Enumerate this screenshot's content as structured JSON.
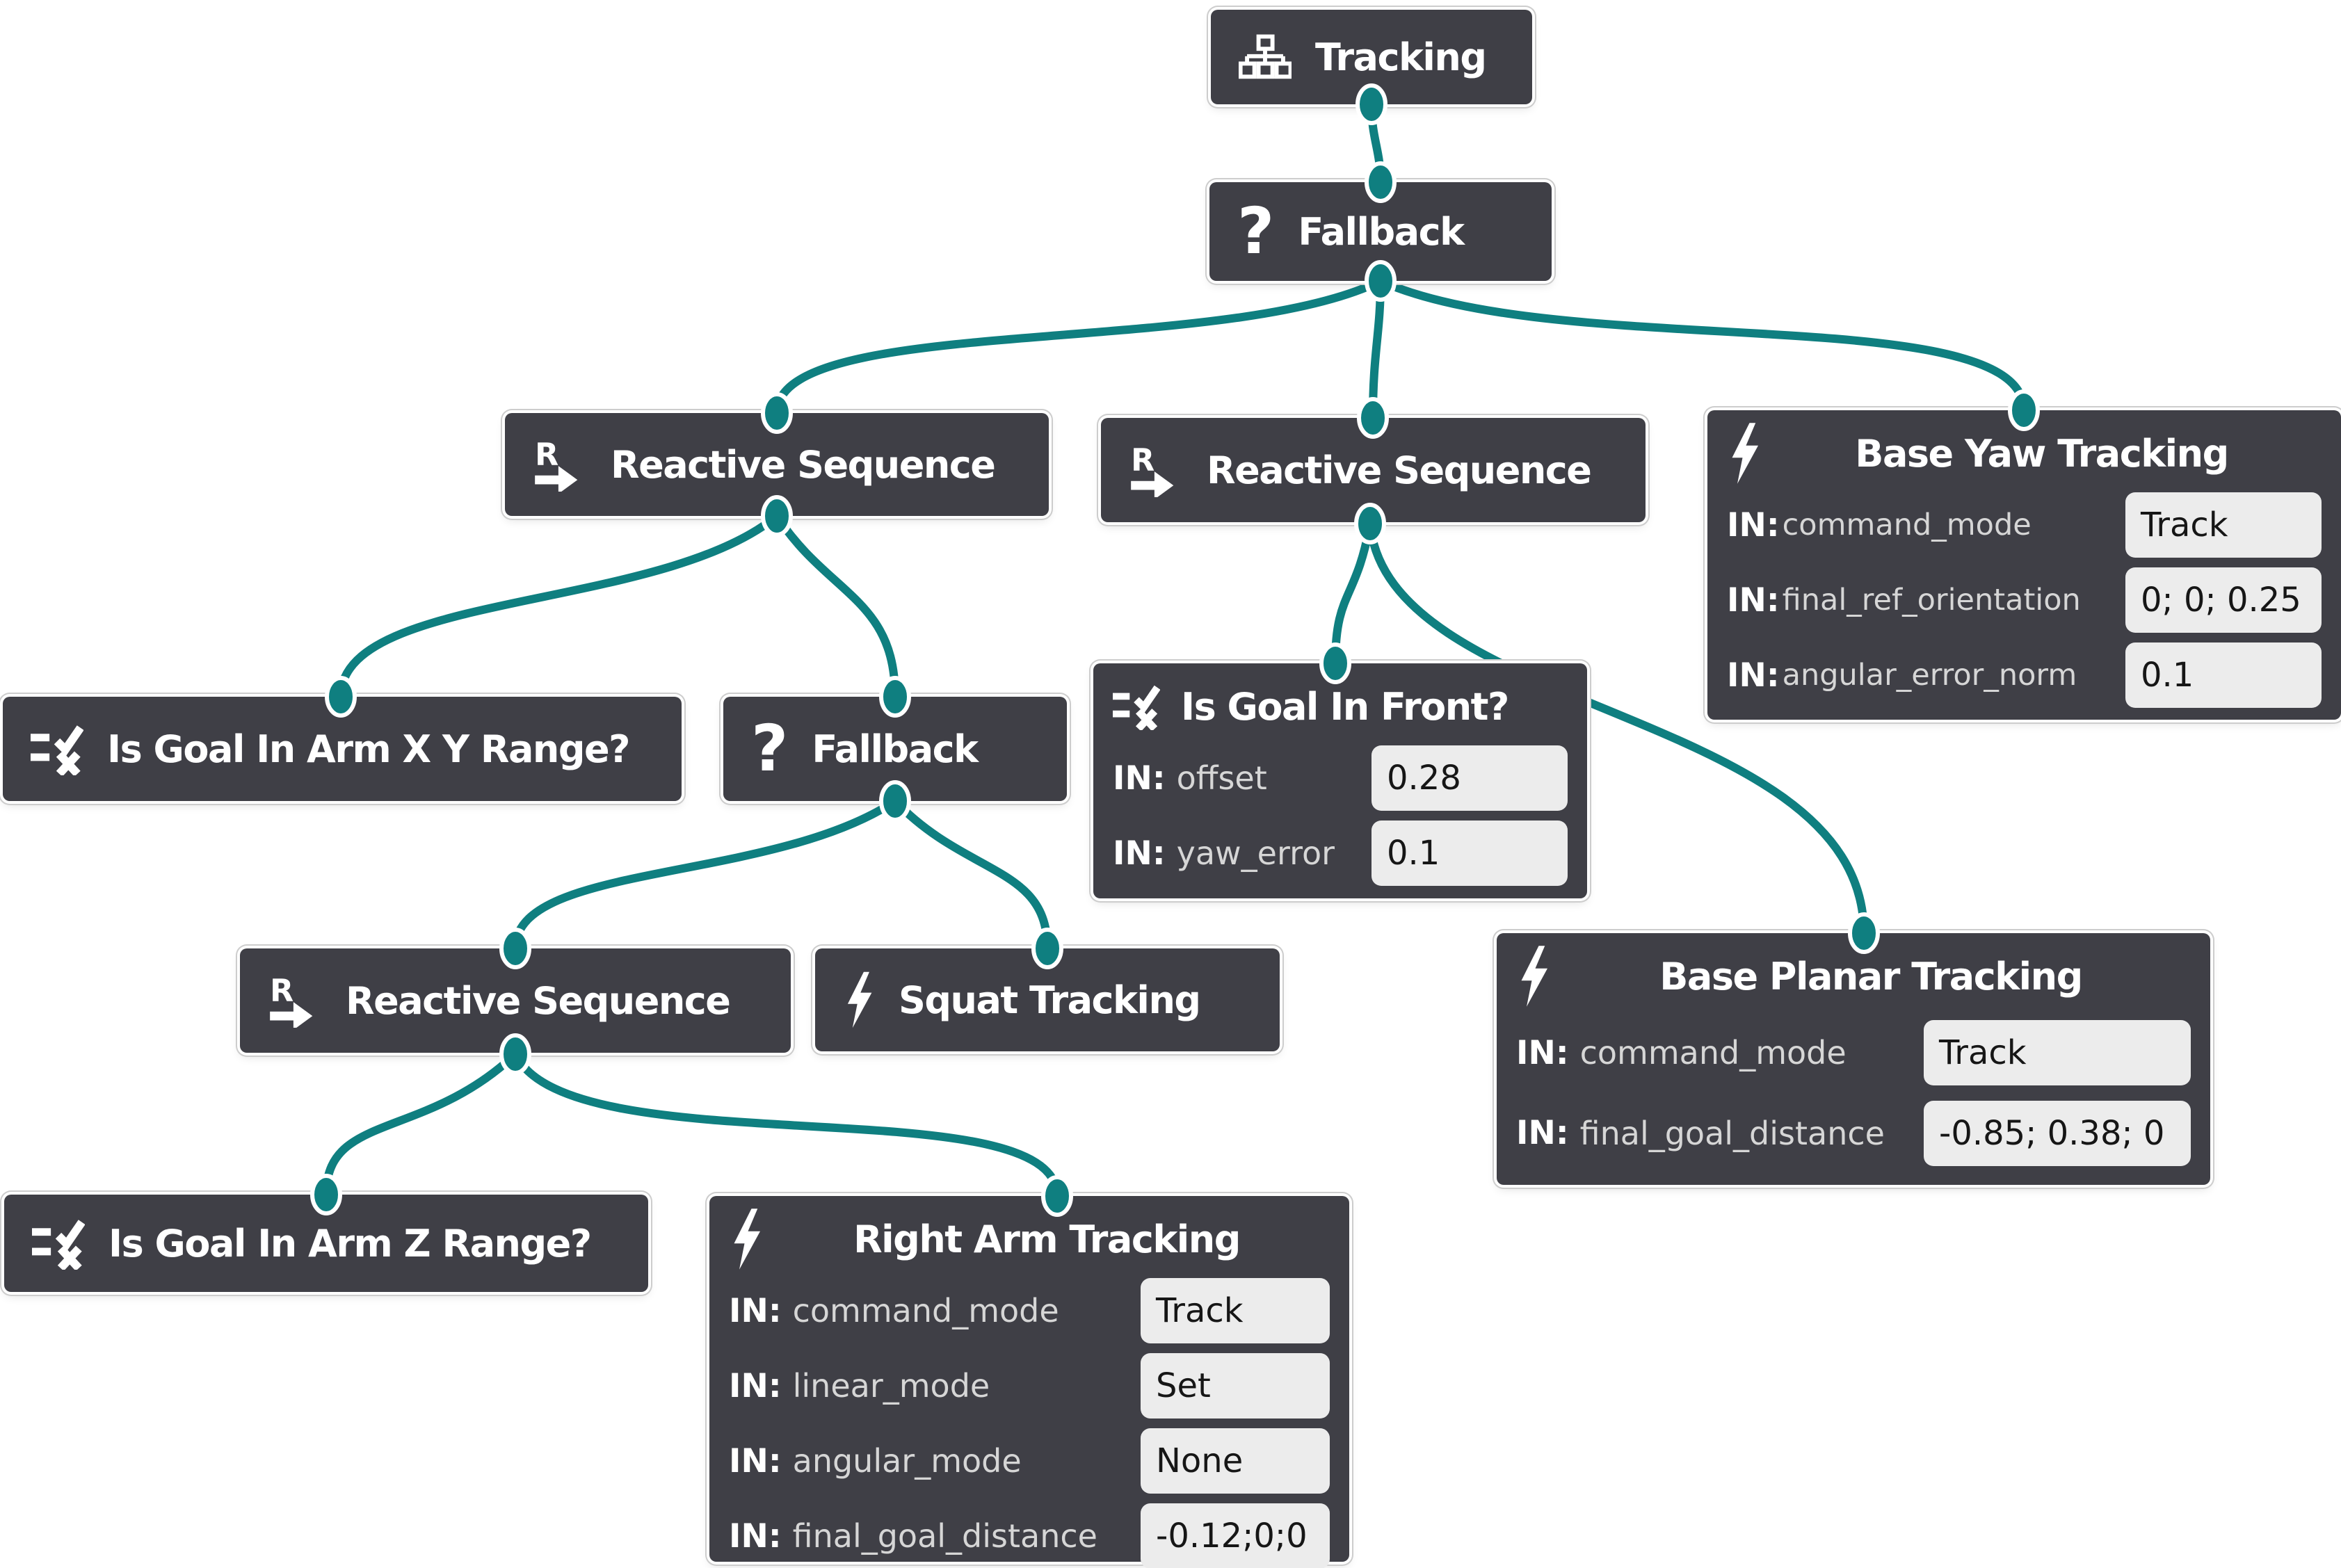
{
  "theme": {
    "canvas_bg": "#ffffff",
    "node_bg": "#3f3f46",
    "accent": "#0f7f80",
    "title_color": "#ffffff",
    "port_name": "#d6d6d6",
    "value_bg": "#ececec",
    "value_text": "#161616"
  },
  "nodes": [
    {
      "title": "Tracking",
      "icon": "subtree-icon"
    },
    {
      "title": "Fallback",
      "icon": "question-mark-icon"
    },
    {
      "title": "Reactive Sequence",
      "icon": "reactive-sequence-icon"
    },
    {
      "title": "Reactive Sequence",
      "icon": "reactive-sequence-icon"
    },
    {
      "title": "Base Yaw Tracking",
      "icon": "lightning-bolt-icon",
      "ports": [
        {
          "label": "IN:",
          "name": "command_mode",
          "value": "Track"
        },
        {
          "label": "IN:",
          "name": "final_ref_orientation",
          "value": "0; 0; 0.25"
        },
        {
          "label": "IN:",
          "name": "angular_error_norm",
          "value": "0.1"
        }
      ]
    },
    {
      "title": "Is Goal In Arm X Y Range?",
      "icon": "condition-check-icon"
    },
    {
      "title": "Fallback",
      "icon": "question-mark-icon"
    },
    {
      "title": "Is Goal In Front?",
      "icon": "condition-check-icon",
      "ports": [
        {
          "label": "IN:",
          "name": "offset",
          "value": "0.28"
        },
        {
          "label": "IN:",
          "name": "yaw_error",
          "value": "0.1"
        }
      ]
    },
    {
      "title": "Base Planar Tracking",
      "icon": "lightning-bolt-icon",
      "ports": [
        {
          "label": "IN:",
          "name": "command_mode",
          "value": "Track"
        },
        {
          "label": "IN:",
          "name": "final_goal_distance",
          "value": "-0.85; 0.38; 0"
        }
      ]
    },
    {
      "title": "Reactive Sequence",
      "icon": "reactive-sequence-icon"
    },
    {
      "title": "Squat Tracking",
      "icon": "lightning-bolt-icon"
    },
    {
      "title": "Is Goal In Arm Z Range?",
      "icon": "condition-check-icon"
    },
    {
      "title": "Right Arm Tracking",
      "icon": "lightning-bolt-icon",
      "ports": [
        {
          "label": "IN:",
          "name": "command_mode",
          "value": "Track"
        },
        {
          "label": "IN:",
          "name": "linear_mode",
          "value": "Set"
        },
        {
          "label": "IN:",
          "name": "angular_mode",
          "value": "None"
        },
        {
          "label": "IN:",
          "name": "final_goal_distance",
          "value": "-0.12;0;0"
        }
      ]
    }
  ]
}
